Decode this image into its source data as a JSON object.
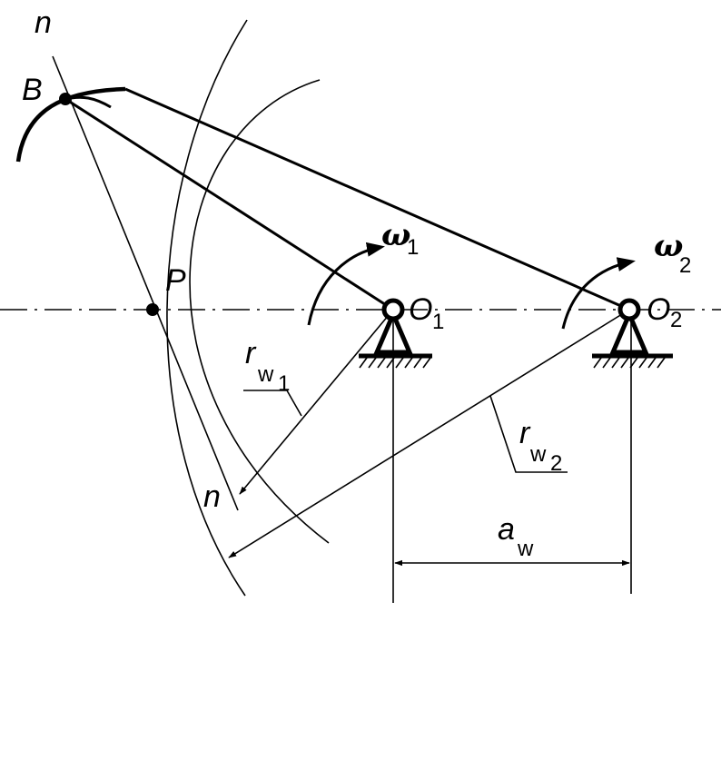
{
  "diagram": {
    "labels": {
      "n_top": "n",
      "n_bottom": "n",
      "B": "B",
      "P": "P",
      "omega": "ω",
      "omega1_sub": "1",
      "omega2_sub": "2",
      "O": "O",
      "O1_sub": "1",
      "O2_sub": "2",
      "r": "r",
      "w": "w",
      "rw1_sub": "1",
      "rw2_sub": "2",
      "a": "a",
      "aw_sub": "w"
    }
  }
}
